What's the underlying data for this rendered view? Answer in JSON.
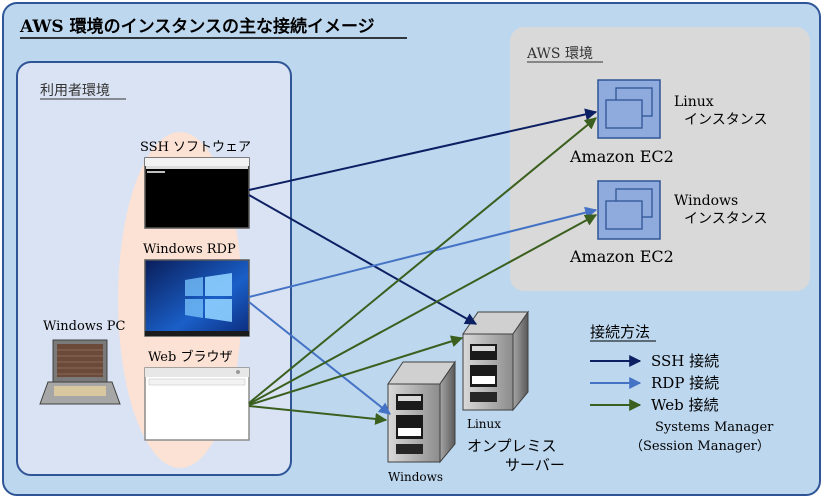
{
  "title": "AWS 環境のインスタンスの主な接続イメージ",
  "user_env": {
    "label": "利用者環境",
    "pc_label": "Windows PC",
    "clients": [
      {
        "id": "ssh",
        "label": "SSH ソフトウェア"
      },
      {
        "id": "rdp",
        "label": "Windows RDP"
      },
      {
        "id": "web",
        "label": "Web ブラウザ"
      }
    ]
  },
  "aws_env": {
    "label": "AWS 環境",
    "instances": [
      {
        "os": "Linux",
        "sub": "インスタンス",
        "name": "Amazon EC2"
      },
      {
        "os": "Windows",
        "sub": "インスタンス",
        "name": "Amazon EC2"
      }
    ]
  },
  "onprem": {
    "linux_label": "Linux",
    "windows_label": "Windows",
    "label_line1": "オンプレミス",
    "label_line2": "サーバー"
  },
  "legend": {
    "title": "接続方法",
    "items": [
      {
        "label": "SSH 接続",
        "color": "#0d1f63"
      },
      {
        "label": "RDP 接続",
        "color": "#4472c4"
      },
      {
        "label": "Web 接続",
        "color": "#3a5f1e"
      }
    ],
    "note_line1": "Systems Manager",
    "note_line2": "（Session Manager）"
  },
  "colors": {
    "background": "#bdd7ee",
    "border": "#2f5597",
    "user_env_fill": "#dae3f3",
    "aws_env_fill": "#d9d9d9",
    "ssh": "#0d1f63",
    "rdp": "#4472c4",
    "web": "#3a5f1e"
  }
}
